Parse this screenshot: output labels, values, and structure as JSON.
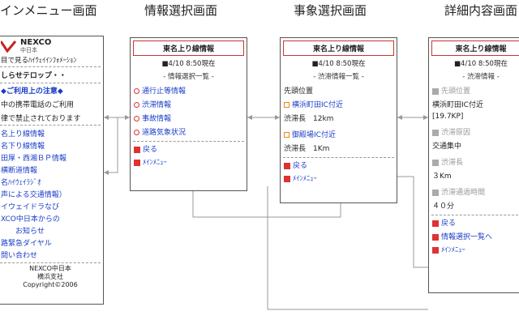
{
  "titles": {
    "main": "インメニュー画面",
    "info": "情報選択画面",
    "event": "事象選択画面",
    "detail": "詳細内容画面"
  },
  "main_menu": {
    "brand": "NEXCO",
    "brand_sub": "中日本",
    "tagline": "目で見るﾊｲｳｪｲｲﾝﾌｫﾒｰｼｮﾝ",
    "ticker": "しらせテロップ・・",
    "notice_head": "◆ご利用上の注意◆",
    "notice_1": "中の携帯電話のご利用",
    "notice_2": "律で禁止されております",
    "links": [
      "名上り線情報",
      "名下り線情報",
      "田厚・西湘ＢＰ情報",
      "横断道情報",
      "名ﾊｲｳｪｲﾗｼﾞｵ",
      "声による交通情報）",
      "イウェイドラなび",
      "XCO中日本からの",
      "　　お知らせ",
      "路緊急ダイヤル",
      "問い合わせ"
    ],
    "footer_1": "NEXCO中日本",
    "footer_2": "横浜支社",
    "footer_3": "Copyright©2006"
  },
  "info_screen": {
    "header": "東名上り線情報",
    "time": "■4/10 8:50現在",
    "section": "- 情報選択一覧 -",
    "items": [
      "通行止等情報",
      "渋滞情報",
      "事故情報",
      "道路気象状況"
    ],
    "back": "戻る",
    "menu": "ﾒｲﾝﾒﾆｭｰ"
  },
  "event_screen": {
    "header": "東名上り線情報",
    "time": "■4/10 8:50現在",
    "section": "- 渋滞情報一覧 -",
    "head_pos": "先頭位置",
    "event_1": "横浜町田IC付近",
    "event_1_len": "渋滞長　12km",
    "event_2": "御殿場IC付近",
    "event_2_len": "渋滞長　1Km",
    "back": "戻る",
    "menu": "ﾒｲﾝﾒﾆｭｰ"
  },
  "detail_screen": {
    "header": "東名上り線情報",
    "time": "■4/10 8:50現在",
    "section": "- 渋滞情報 -",
    "pos_label": "先頭位置",
    "pos_value": "横浜町田IC付近",
    "kp": "[19.7KP]",
    "cause_label": "渋滞原因",
    "cause_value": "交通集中",
    "len_label": "渋滞長",
    "len_value": "３Km",
    "time_label": "渋滞通過時間",
    "time_value": "４０分",
    "back": "戻る",
    "to_list": "情報選択一覧へ",
    "menu": "ﾒｲﾝﾒﾆｭｰ"
  }
}
